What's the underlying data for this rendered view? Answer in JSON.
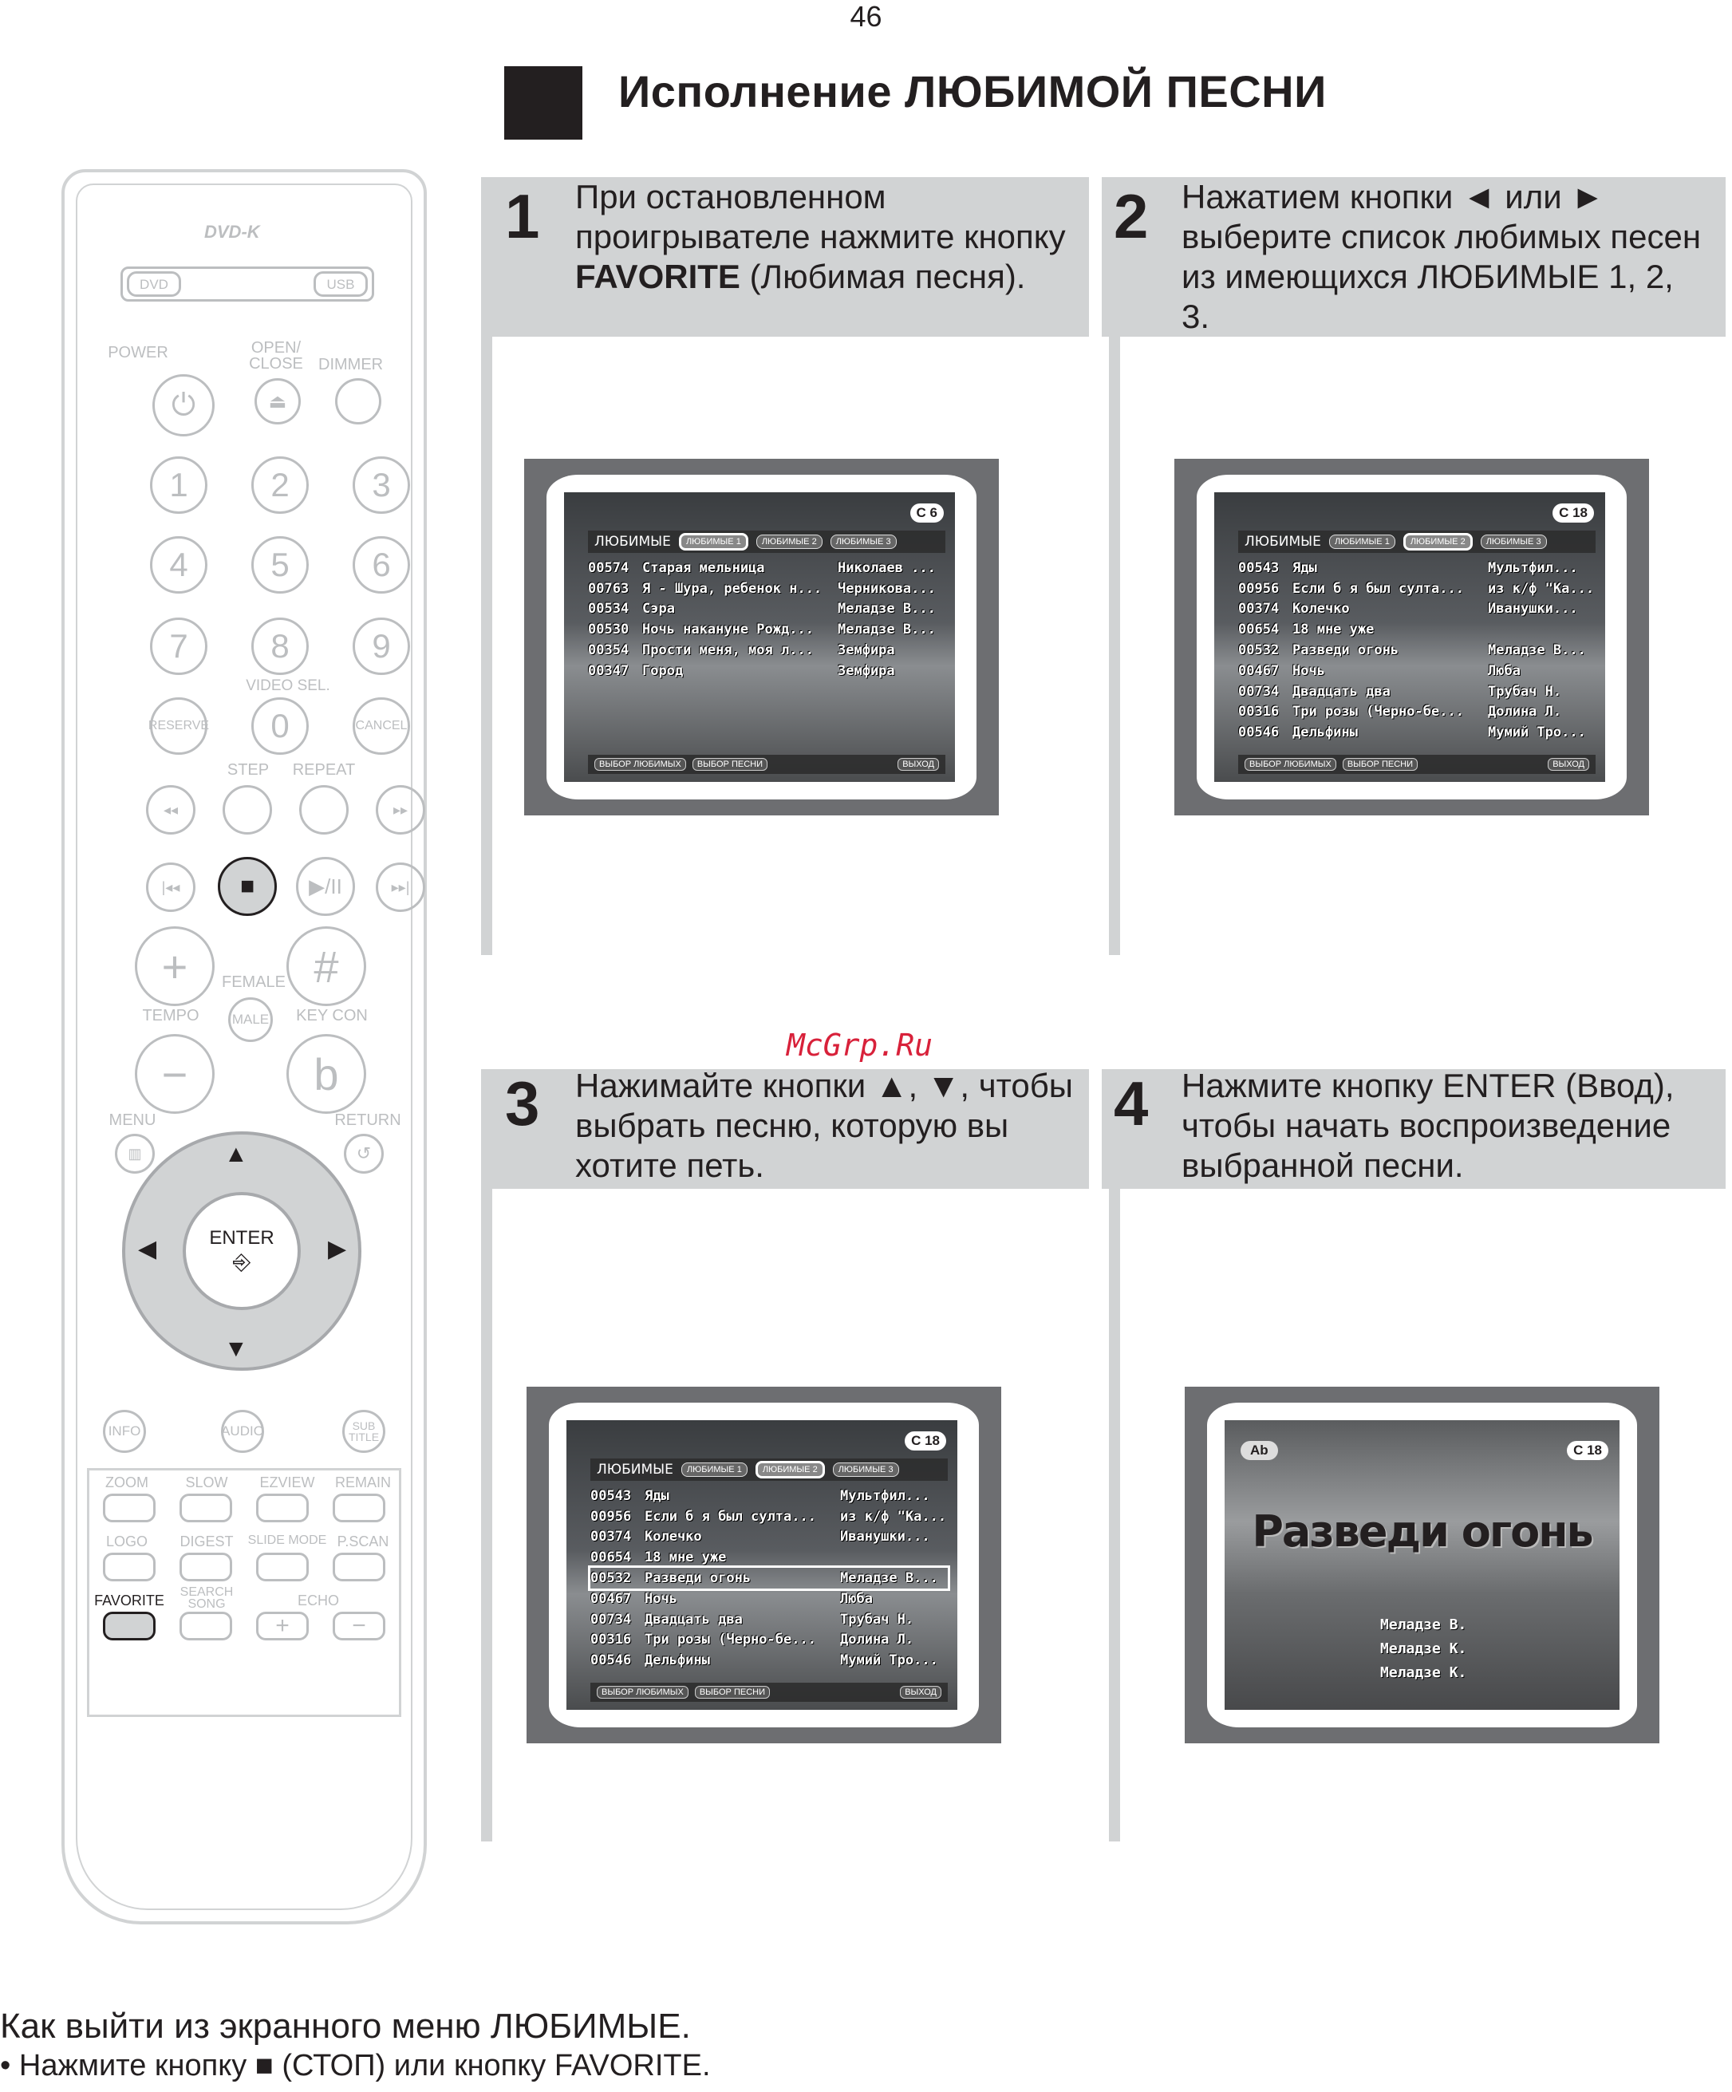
{
  "page_number": "46",
  "title": "Исполнение ЛЮБИМОЙ ПЕСНИ",
  "watermark": "McGrp.Ru",
  "steps": [
    {
      "num": "1",
      "text_a": "При остановленном проигрывателе нажмите кнопку ",
      "text_bold": "FAVORITE",
      "text_b": " (Любимая песня)."
    },
    {
      "num": "2",
      "text": "Нажатием кнопки ◄ или ► выберите список любимых песен из имеющихся ЛЮБИМЫЕ 1, 2, 3."
    },
    {
      "num": "3",
      "text": "Нажимайте кнопки ▲, ▼, чтобы выбрать песню, которую вы хотите петь."
    },
    {
      "num": "4",
      "text": "Нажмите кнопку ENTER (Ввод), чтобы начать воспроизведение выбранной песни."
    }
  ],
  "screens": {
    "menu_label": "ЛЮБИМЫЕ",
    "tabs": [
      "ЛЮБИМЫЕ 1",
      "ЛЮБИМЫЕ 2",
      "ЛЮБИМЫЕ 3"
    ],
    "footer": [
      "ВЫБОР ЛЮБИМЫХ",
      "ВЫБОР ПЕСНИ",
      "ВЫХОД"
    ],
    "s1_badge": "C 6",
    "s1_rows": [
      [
        "00574",
        "Старая мельница",
        "Николаев ..."
      ],
      [
        "00763",
        "Я - Шура, ребенок н...",
        "Черникова..."
      ],
      [
        "00534",
        "Сэра",
        "Меладзе В..."
      ],
      [
        "00530",
        "Ночь накануне Рожд...",
        "Меладзе В..."
      ],
      [
        "00354",
        "Прости меня, моя л...",
        "Земфира"
      ],
      [
        "00347",
        "Город",
        "Земфира"
      ]
    ],
    "s2_badge": "C 18",
    "s2_rows": [
      [
        "00543",
        "Яды",
        "Мультфил..."
      ],
      [
        "00956",
        "Если б я был султа...",
        "из к/ф \"Ка..."
      ],
      [
        "00374",
        "Колечко",
        "Иванушки..."
      ],
      [
        "00654",
        "18 мне уже",
        ""
      ],
      [
        "00532",
        "Разведи огонь",
        "Меладзе В..."
      ],
      [
        "00467",
        "Ночь",
        "Люба"
      ],
      [
        "00734",
        "Двадцать два",
        "Трубач Н."
      ],
      [
        "00316",
        "Три розы (Черно-бе...",
        "Долина Л."
      ],
      [
        "00546",
        "Дельфины",
        "Мумий Тро..."
      ]
    ],
    "s4_song": "Разведи огонь",
    "s4_artists": [
      "Меладзе В.",
      "Меладзе К.",
      "Меладзе К."
    ],
    "s4_ab": "Ab",
    "s4_badge": "C 18"
  },
  "remote": {
    "top_brand": "DVD-K",
    "dvd": "DVD",
    "usb": "USB",
    "power": "POWER",
    "open_close": "OPEN/ CLOSE",
    "dimmer": "DIMMER",
    "digits": [
      "1",
      "2",
      "3",
      "4",
      "5",
      "6",
      "7",
      "8",
      "9"
    ],
    "video_sel": "VIDEO SEL.",
    "reserve": "RESERVE",
    "zero": "0",
    "cancel": "CANCEL",
    "step": "STEP",
    "repeat": "REPEAT",
    "female": "FEMALE",
    "male": "MALE",
    "tempo": "TEMPO",
    "key_con": "KEY CON",
    "plus": "+",
    "hash": "#",
    "minus": "−",
    "flat": "b",
    "menu": "MENU",
    "return": "RETURN",
    "enter": "ENTER",
    "info": "INFO",
    "audio": "AUDIO",
    "subtitle": "SUB TITLE",
    "zoom": "ZOOM",
    "slow": "SLOW",
    "ezview": "EZVIEW",
    "remain": "REMAIN",
    "logo": "LOGO",
    "digest": "DIGEST",
    "slide_mode": "SLIDE MODE",
    "pscan": "P.SCAN",
    "favorite": "FAVORITE",
    "search_song": "SEARCH SONG",
    "echo": "ECHO"
  },
  "footer_heading": "Как выйти из экранного меню ЛЮБИМЫЕ.",
  "footer_bullet": "Нажмите кнопку ■ (СТОП) или кнопку FAVORITE."
}
